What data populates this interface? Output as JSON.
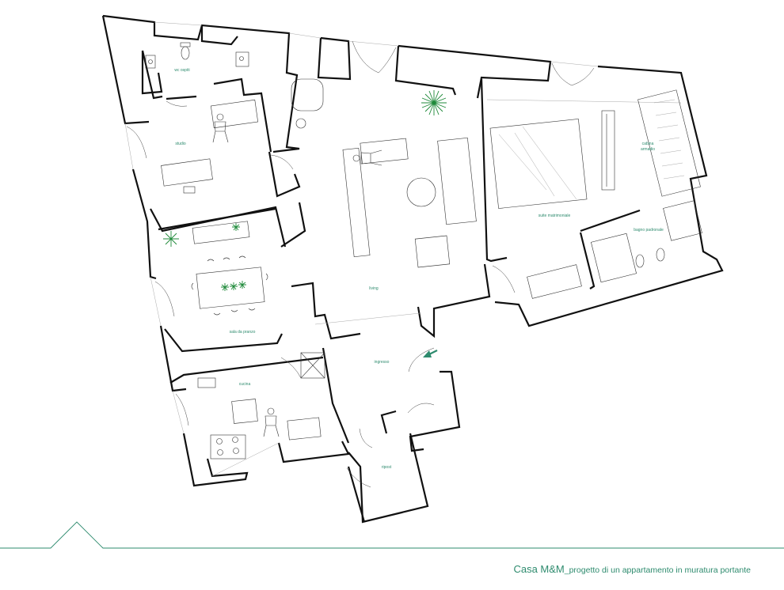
{
  "rooms": {
    "wc_ospiti": "wc ospiti",
    "studio": "studio",
    "sala_da_pranzo": "sala da pranzo",
    "cucina": "cucina",
    "living": "living",
    "ingresso": "ingresso",
    "ripostiglio": "ripost",
    "suite": "suite matrimoniale",
    "cabina": [
      "cabina",
      "armadio"
    ],
    "bagno": "bagno padronale"
  },
  "caption": {
    "title": "Casa M&M",
    "subtitle": "_progetto di un appartamento in muratura portante"
  },
  "colors": {
    "accent": "#2e8b6e",
    "plant": "#1f8a3a",
    "wall": "#111111"
  }
}
